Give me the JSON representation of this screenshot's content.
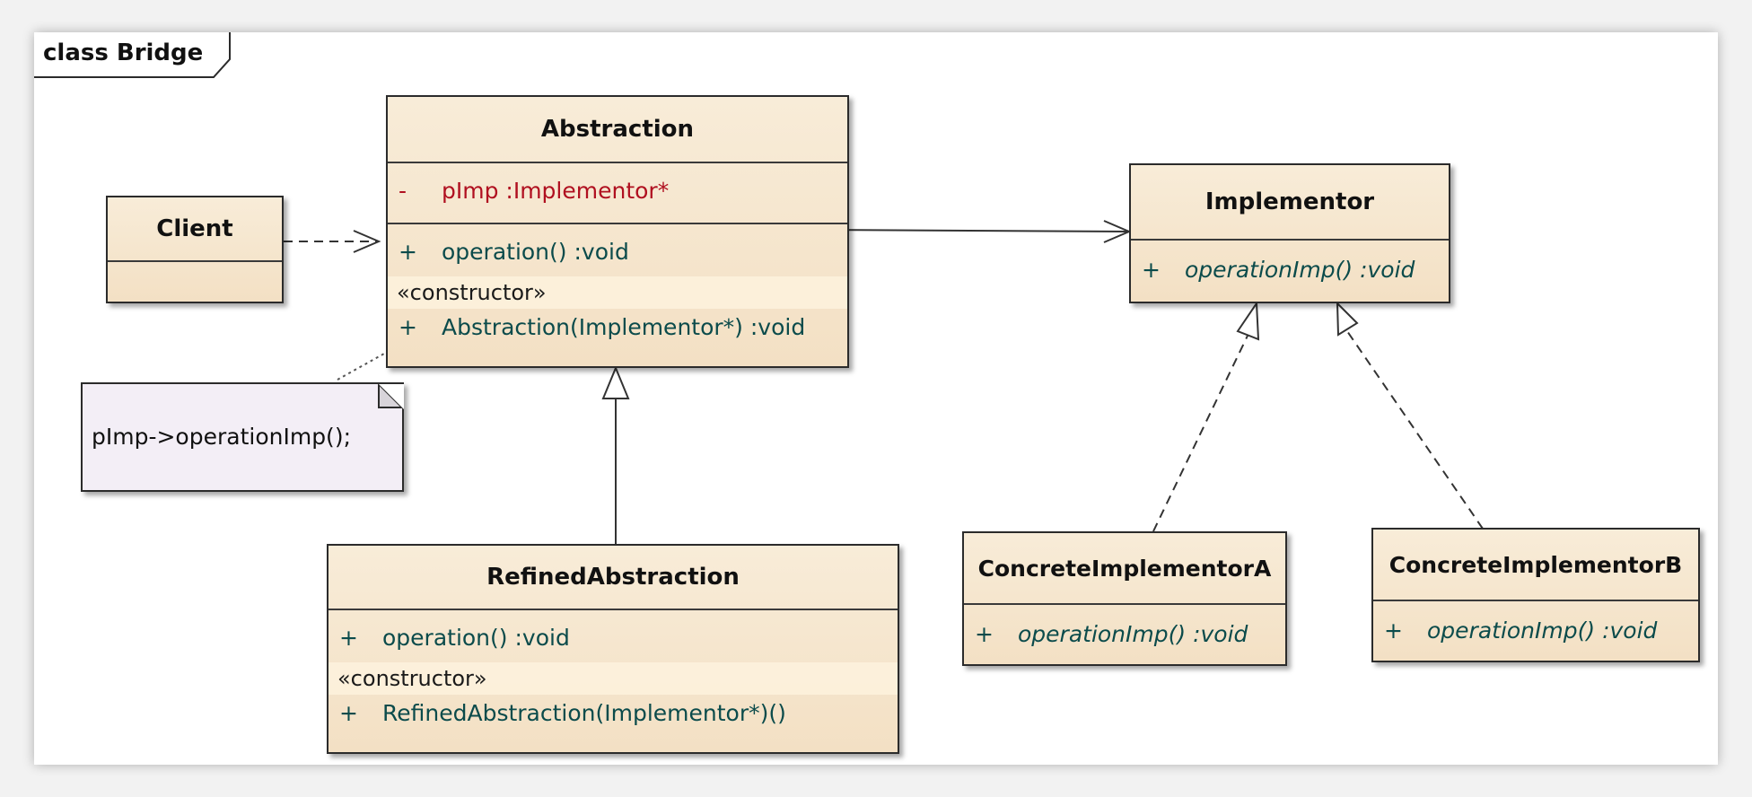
{
  "frame": {
    "title": "class Bridge"
  },
  "classes": {
    "abstraction": {
      "name": "Abstraction",
      "attributes": [
        {
          "visibility": "-",
          "text": "pImp  :Implementor*"
        }
      ],
      "operations": [
        {
          "visibility": "+",
          "text": "operation()  :void"
        }
      ],
      "constructor_stereotype": "«constructor»",
      "constructors": [
        {
          "visibility": "+",
          "text": "Abstraction(Implementor*)  :void"
        }
      ]
    },
    "client": {
      "name": "Client"
    },
    "implementor": {
      "name": "Implementor",
      "operations": [
        {
          "visibility": "+",
          "text": "operationImp()  :void"
        }
      ]
    },
    "refined_abstraction": {
      "name": "RefinedAbstraction",
      "operations": [
        {
          "visibility": "+",
          "text": "operation()  :void"
        }
      ],
      "constructor_stereotype": "«constructor»",
      "constructors": [
        {
          "visibility": "+",
          "text": "RefinedAbstraction(Implementor*)()"
        }
      ]
    },
    "concrete_a": {
      "name": "ConcreteImplementorA",
      "operations": [
        {
          "visibility": "+",
          "text": "operationImp()  :void"
        }
      ]
    },
    "concrete_b": {
      "name": "ConcreteImplementorB",
      "operations": [
        {
          "visibility": "+",
          "text": "operationImp()  :void"
        }
      ]
    }
  },
  "note": {
    "text": "pImp->operationImp();"
  },
  "relationships": [
    {
      "from": "Client",
      "to": "Abstraction",
      "kind": "dependency"
    },
    {
      "from": "Abstraction",
      "to": "Implementor",
      "kind": "aggregation"
    },
    {
      "from": "RefinedAbstraction",
      "to": "Abstraction",
      "kind": "generalization"
    },
    {
      "from": "ConcreteImplementorA",
      "to": "Implementor",
      "kind": "realization"
    },
    {
      "from": "ConcreteImplementorB",
      "to": "Implementor",
      "kind": "realization"
    },
    {
      "from": "note",
      "to": "Abstraction",
      "kind": "note-anchor"
    }
  ],
  "colors": {
    "class_fill": "#f5e4cb",
    "note_fill": "#f3eef6",
    "private_text": "#b01020",
    "member_text": "#0b4b4b"
  }
}
